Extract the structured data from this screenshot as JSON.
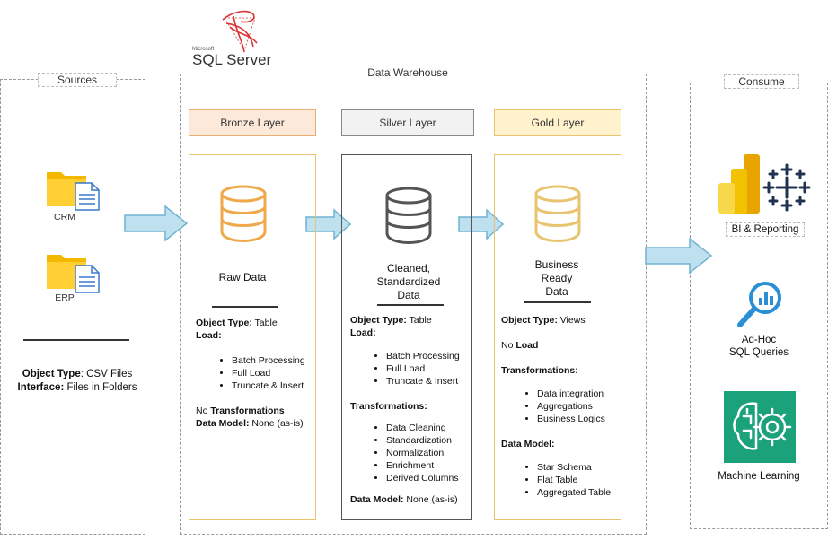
{
  "logo": {
    "brand": "Microsoft",
    "product": "SQL Server"
  },
  "sections": {
    "sources": "Sources",
    "warehouse": "Data Warehouse",
    "consume": "Consume"
  },
  "sources": {
    "files": [
      {
        "label": "CRM",
        "icon": "folder-file-icon"
      },
      {
        "label": "ERP",
        "icon": "folder-file-icon"
      }
    ],
    "object_type_label": "Object Type",
    "object_type_value": ": CSV Files",
    "interface_label": "Interface:",
    "interface_value": " Files in Folders"
  },
  "layers": {
    "bronze": {
      "title": "Bronze Layer",
      "head_fill": "#fde9d9",
      "border": "#e8c46f",
      "db_color": "#f0a94a",
      "heading": "Raw Data",
      "object_type_label": "Object Type:",
      "object_type_value": " Table",
      "load_label": "Load:",
      "load_items": [
        "Batch Processing",
        "Full Load",
        "Truncate & Insert"
      ],
      "no_text": "No ",
      "transformations_label": "Transformations",
      "data_model_label": "Data Model:",
      "data_model_value": " None (as-is)"
    },
    "silver": {
      "title": "Silver Layer",
      "head_fill": "#f2f2f2",
      "border": "#555555",
      "db_color": "#555555",
      "heading_line1": "Cleaned,",
      "heading_line2": "Standardized",
      "heading_line3": "Data",
      "object_type_label": "Object Type:",
      "object_type_value": " Table",
      "load_label": "Load:",
      "load_items": [
        "Batch Processing",
        "Full Load",
        "Truncate & Insert"
      ],
      "transformations_label": "Transformations:",
      "transformation_items": [
        "Data Cleaning",
        "Standardization",
        "Normalization",
        "Enrichment",
        "Derived Columns"
      ],
      "data_model_label": "Data Model:",
      "data_model_value": " None (as-is)"
    },
    "gold": {
      "title": "Gold Layer",
      "head_fill": "#fff2cc",
      "border": "#e8c46f",
      "db_color": "#e8c46f",
      "heading_line1": "Business",
      "heading_line2": "Ready",
      "heading_line3": "Data",
      "object_type_label": "Object Type:",
      "object_type_value": " Views",
      "no_text": "No ",
      "load_label": "Load",
      "transformations_label": "Transformations:",
      "transformation_items": [
        "Data integration",
        "Aggregations",
        "Business Logics"
      ],
      "data_model_label": "Data Model:",
      "data_model_items": [
        "Star Schema",
        "Flat Table",
        "Aggregated Table"
      ]
    }
  },
  "consume": {
    "bi": "BI & Reporting",
    "adhoc_line1": "Ad-Hoc",
    "adhoc_line2": "SQL Queries",
    "ml": "Machine Learning"
  },
  "colors": {
    "arrow_fill": "#bfe0ee",
    "arrow_stroke": "#6fb3d2",
    "dashed_border": "#9a9a9a",
    "ml_green": "#1ba27a"
  }
}
